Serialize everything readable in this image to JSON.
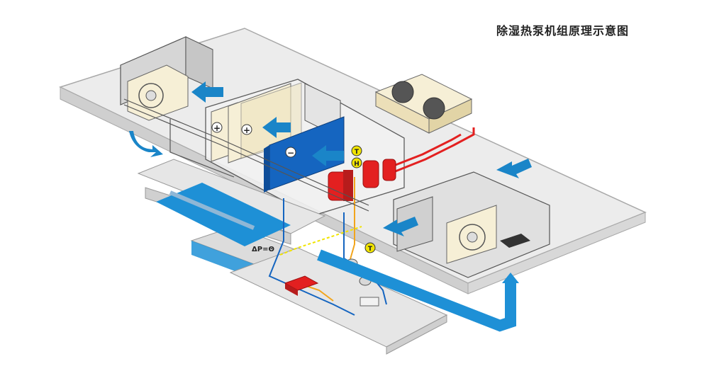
{
  "title": "除湿热泵机组原理示意图",
  "labels": {
    "plus": "+",
    "minus": "−",
    "temp_sensor": "T",
    "humidity_sensor": "H",
    "pressure_label": "ΔP=Θ"
  },
  "colors": {
    "platform": "#e6e6e6",
    "platform_edge": "#9a9a9a",
    "water_blue": "#1e90d6",
    "air_arrow": "#1a85c8",
    "coil_blue": "#1565c0",
    "refrigerant_red": "#e32020",
    "panel_cream": "#f6efd6",
    "pipe_yellow": "#f2a51c",
    "sensor_yellow": "#f1e400"
  }
}
